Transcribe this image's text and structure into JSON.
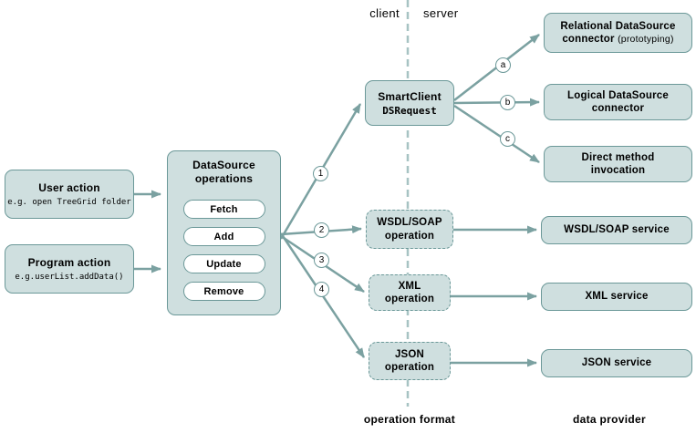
{
  "labels": {
    "client": "client",
    "server": "server",
    "operation_format": "operation format",
    "data_provider": "data provider"
  },
  "user_action": {
    "title": "User action",
    "subtitle": "e.g. open TreeGrid folder"
  },
  "program_action": {
    "title": "Program action",
    "subtitle": "e.g.userList.addData()"
  },
  "datasource": {
    "title_line1": "DataSource",
    "title_line2": "operations",
    "buttons": [
      "Fetch",
      "Add",
      "Update",
      "Remove"
    ]
  },
  "smartclient": {
    "title": "SmartClient",
    "subtitle": "DSRequest"
  },
  "connectors": [
    {
      "line1": "Relational DataSource",
      "line2": "connector ",
      "suffix": "(prototyping)"
    },
    {
      "line1": "Logical DataSource",
      "line2": "connector",
      "suffix": ""
    },
    {
      "line1": "Direct method",
      "line2": "invocation",
      "suffix": ""
    }
  ],
  "operations": [
    "WSDL/SOAP operation",
    "XML operation",
    "JSON operation"
  ],
  "services": [
    "WSDL/SOAP service",
    "XML service",
    "JSON service"
  ],
  "markers": {
    "numbers": [
      "1",
      "2",
      "3",
      "4"
    ],
    "letters": [
      "a",
      "b",
      "c"
    ]
  }
}
